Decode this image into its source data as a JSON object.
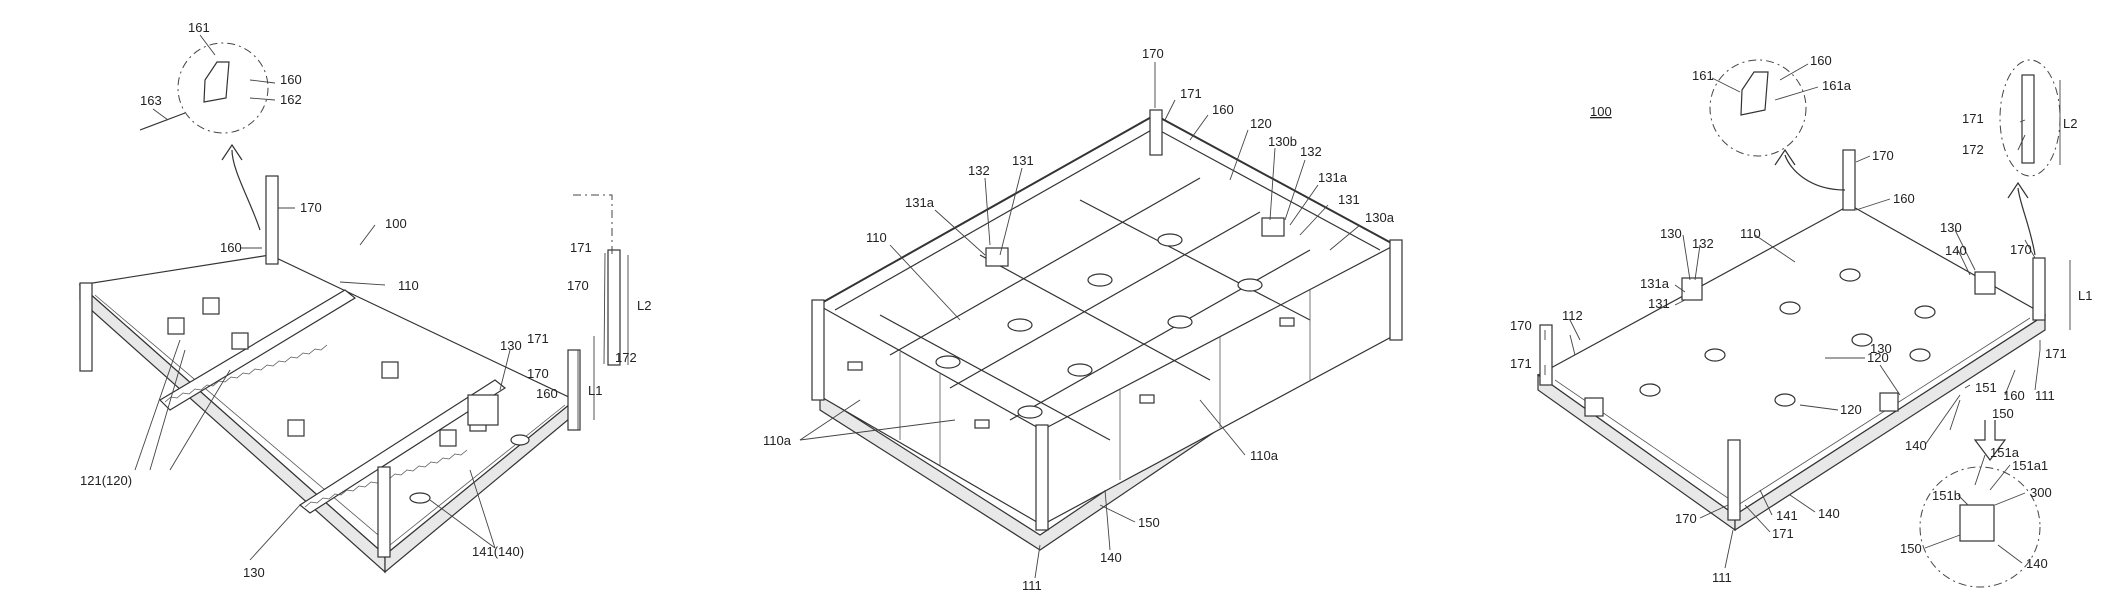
{
  "figures": [
    {
      "labels": [
        "161",
        "160",
        "162",
        "163",
        "170",
        "160",
        "100",
        "110",
        "171",
        "170",
        "172",
        "L2",
        "171",
        "170",
        "L1",
        "160",
        "130",
        "121(120)",
        "130",
        "141(140)"
      ]
    },
    {
      "labels": [
        "170",
        "171",
        "160",
        "120",
        "130b",
        "132",
        "131a",
        "131",
        "130a",
        "132",
        "131",
        "131a",
        "110",
        "110a",
        "110a",
        "150",
        "140",
        "111"
      ]
    },
    {
      "labels": [
        "161",
        "160",
        "161a",
        "100",
        "171",
        "172",
        "L2",
        "170",
        "160",
        "130",
        "132",
        "131a",
        "131",
        "110",
        "112",
        "170",
        "171",
        "130",
        "140",
        "170",
        "L1",
        "120",
        "130",
        "120",
        "151",
        "160",
        "111",
        "171",
        "150",
        "140",
        "151a",
        "151a1",
        "151b",
        "300",
        "150",
        "140",
        "170",
        "141",
        "140",
        "171",
        "111"
      ]
    }
  ]
}
